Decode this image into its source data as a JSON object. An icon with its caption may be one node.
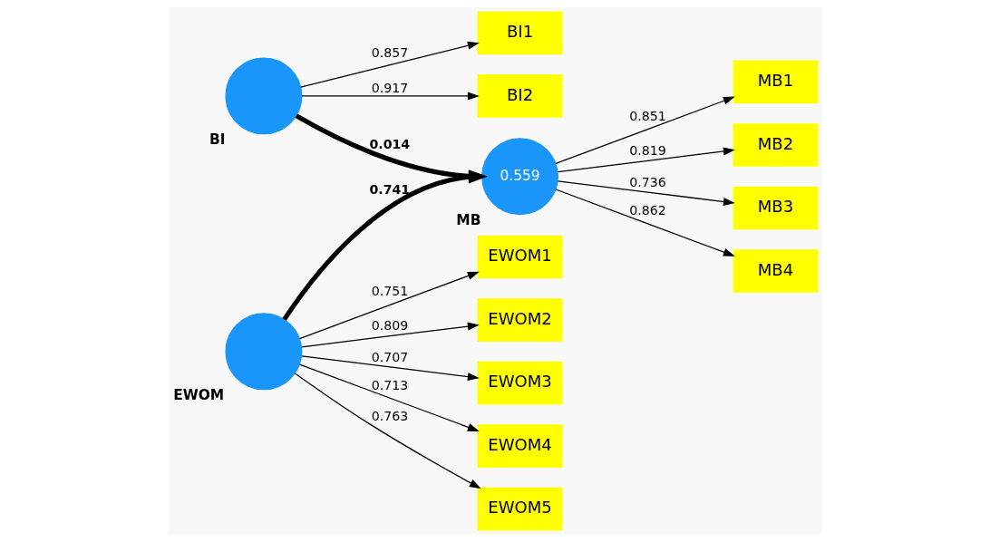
{
  "diagram": {
    "nodes": [
      {
        "text": [
          "BI1"
        ]
      },
      {
        "text": [
          "BI2"
        ]
      },
      {
        "text": [],
        "shape": "circle",
        "beside": [
          "BI"
        ]
      },
      {
        "text": [
          "EWOM1"
        ]
      },
      {
        "text": [
          "EWOM2"
        ]
      },
      {
        "text": [
          "EWOM3"
        ]
      },
      {
        "text": [
          "EWOM4"
        ]
      },
      {
        "text": [
          "EWOM5"
        ]
      },
      {
        "text": [],
        "shape": "circle",
        "beside": [
          "EWOM"
        ]
      },
      {
        "text": [
          "0.559"
        ],
        "beside": [
          "MB"
        ]
      },
      {
        "text": [
          "MB1"
        ]
      },
      {
        "text": [
          "MB2"
        ]
      },
      {
        "text": [
          "MB3"
        ]
      },
      {
        "text": [
          "MB4"
        ]
      }
    ],
    "edges": [
      {
        "from": 2,
        "to": 0,
        "arrow": "to",
        "label": "0.857"
      },
      {
        "from": 2,
        "to": 1,
        "arrow": "to",
        "label": "0.917"
      },
      {
        "from": 8,
        "to": 3,
        "arrow": "to",
        "label": "0.751"
      },
      {
        "from": 8,
        "to": 4,
        "arrow": "to",
        "label": "0.809"
      },
      {
        "from": 8,
        "to": 5,
        "arrow": "to",
        "label": "0.707"
      },
      {
        "from": 8,
        "to": 6,
        "arrow": "to",
        "label": "0.713"
      },
      {
        "from": 8,
        "to": 7,
        "arrow": "to",
        "label": "0.763"
      },
      {
        "from": 2,
        "to": 9,
        "arrow": "to",
        "label": "0.014",
        "style": "thick"
      },
      {
        "from": 8,
        "to": 9,
        "arrow": "to",
        "label": "0.741",
        "style": "thick"
      },
      {
        "from": 9,
        "to": 10,
        "arrow": "to",
        "label": "0.851"
      },
      {
        "from": 9,
        "to": 11,
        "arrow": "to",
        "label": "0.819"
      },
      {
        "from": 9,
        "to": 12,
        "arrow": "to",
        "label": "0.736"
      },
      {
        "from": 9,
        "to": 13,
        "arrow": "to",
        "label": "0.862"
      }
    ]
  }
}
